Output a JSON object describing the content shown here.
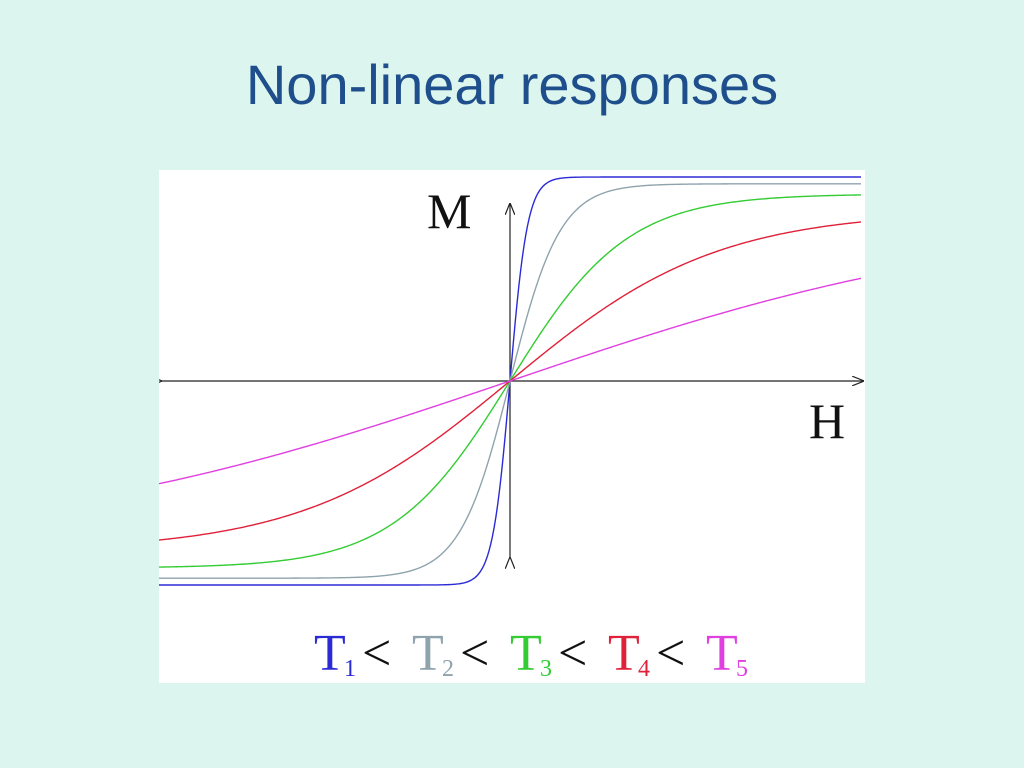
{
  "slide": {
    "title": "Non-linear responses"
  },
  "colors": {
    "background": "#dcf5ee",
    "title": "#1f4e8c",
    "axis": "#222222"
  },
  "chart_data": {
    "type": "line",
    "xlabel": "H",
    "ylabel": "M",
    "grid": false,
    "xlim": [
      -1,
      1
    ],
    "ylim": [
      -1,
      1
    ],
    "legend_position": "bottom",
    "legend_separators": [
      "<",
      "<",
      "<",
      "<"
    ],
    "series": [
      {
        "name": "T",
        "subscript": "1",
        "color": "#2b2bd6",
        "saturation": 0.6,
        "steepness": 20
      },
      {
        "name": "T",
        "subscript": "2",
        "color": "#8fa3ad",
        "saturation": 0.58,
        "steepness": 7
      },
      {
        "name": "T",
        "subscript": "3",
        "color": "#33cc33",
        "saturation": 0.55,
        "steepness": 3
      },
      {
        "name": "T",
        "subscript": "4",
        "color": "#e0213a",
        "saturation": 0.5,
        "steepness": 1.7
      },
      {
        "name": "T",
        "subscript": "5",
        "color": "#e040e0",
        "saturation": 0.5,
        "steepness": 0.7
      }
    ]
  }
}
